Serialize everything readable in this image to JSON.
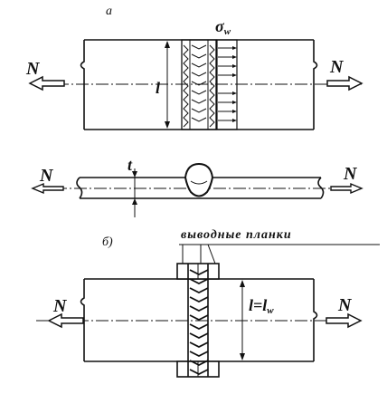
{
  "figure_a": {
    "caption": "а",
    "force_left": "N",
    "force_right": "N",
    "width_label": "l",
    "stress_label": "σ",
    "stress_sub": "w"
  },
  "section": {
    "force_left": "N",
    "force_right": "N",
    "thickness_label": "t"
  },
  "figure_b": {
    "caption": "б)",
    "tabs_label": "выводные планки",
    "force_left": "N",
    "force_right": "N",
    "width_label": "l=l",
    "width_sub": "w"
  }
}
